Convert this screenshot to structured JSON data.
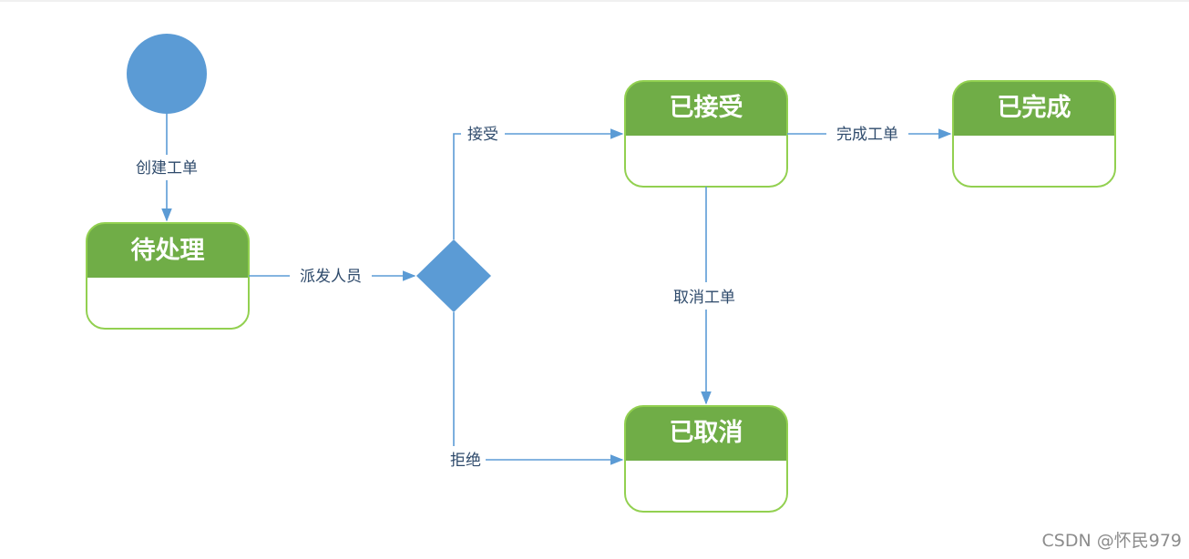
{
  "diagram": {
    "states": {
      "pending": "待处理",
      "accepted": "已接受",
      "completed": "已完成",
      "cancelled": "已取消"
    },
    "edges": {
      "create": "创建工单",
      "dispatch": "派发人员",
      "accept": "接受",
      "reject": "拒绝",
      "complete": "完成工单",
      "cancel": "取消工单"
    },
    "colors": {
      "state_header": "#70ad47",
      "state_border": "#92d050",
      "node_fill": "#5b9bd5",
      "edge": "#5b9bd5"
    }
  },
  "watermark": "CSDN @怀民979"
}
